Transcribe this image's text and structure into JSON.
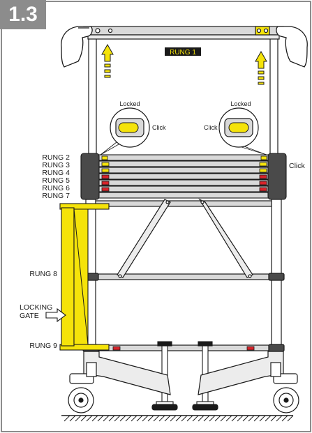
{
  "step": {
    "number": "1.3"
  },
  "labels": {
    "rung1": "RUNG 1",
    "rung2": "RUNG 2",
    "rung3": "RUNG 3",
    "rung4": "RUNG 4",
    "rung5": "RUNG 5",
    "rung6": "RUNG 6",
    "rung7": "RUNG 7",
    "rung8": "RUNG 8",
    "rung9": "RUNG 9",
    "locking_gate_line1": "LOCKING",
    "locking_gate_line2": "GATE",
    "locked_left": "Locked",
    "locked_right": "Locked",
    "click_left": "Click",
    "click_right": "Click",
    "click_side": "Click"
  },
  "colors": {
    "badge_bg": "#8c8c8c",
    "highlight_yellow": "#f5e30a",
    "lock_red": "#d8232a",
    "frame_grey": "#d9d9d9",
    "dark": "#1a1a1a"
  }
}
